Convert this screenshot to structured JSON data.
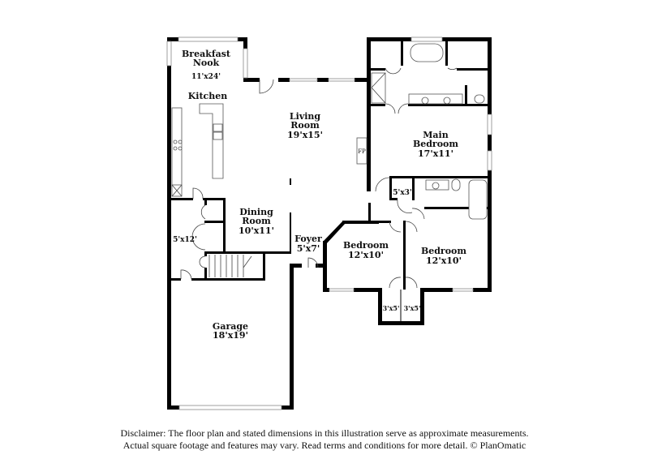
{
  "floorplan": {
    "rooms": [
      {
        "id": "breakfast-nook",
        "name_line1": "Breakfast",
        "name_line2": "Nook",
        "dims": "11'x24'"
      },
      {
        "id": "kitchen",
        "name_line1": "Kitchen"
      },
      {
        "id": "living-room",
        "name_line1": "Living",
        "name_line2": "Room",
        "dims": "19'x15'"
      },
      {
        "id": "main-bedroom",
        "name_line1": "Main",
        "name_line2": "Bedroom",
        "dims": "17'x11'"
      },
      {
        "id": "dining-room",
        "name_line1": "Dining",
        "name_line2": "Room",
        "dims": "10'x11'"
      },
      {
        "id": "foyer",
        "name_line1": "Foyer",
        "dims": "5'x7'"
      },
      {
        "id": "bedroom-2",
        "name_line1": "Bedroom",
        "dims": "12'x10'"
      },
      {
        "id": "bedroom-3",
        "name_line1": "Bedroom",
        "dims": "12'x10'"
      },
      {
        "id": "garage",
        "name_line1": "Garage",
        "dims": "18'x19'"
      },
      {
        "id": "closet-hall",
        "dims": "5'x3'"
      },
      {
        "id": "laundry",
        "dims": "5'x12'"
      },
      {
        "id": "closet-bed2",
        "dims": "3'x5'"
      },
      {
        "id": "closet-bed3",
        "dims": "3'x5'"
      }
    ],
    "fireplace_label": "FP"
  },
  "disclaimer": {
    "line1": "Disclaimer: The floor plan and stated dimensions in this illustration serve as approximate measurements.",
    "line2": "Actual square footage and features may vary. Read terms and conditions for more detail. © PlanOmatic"
  }
}
